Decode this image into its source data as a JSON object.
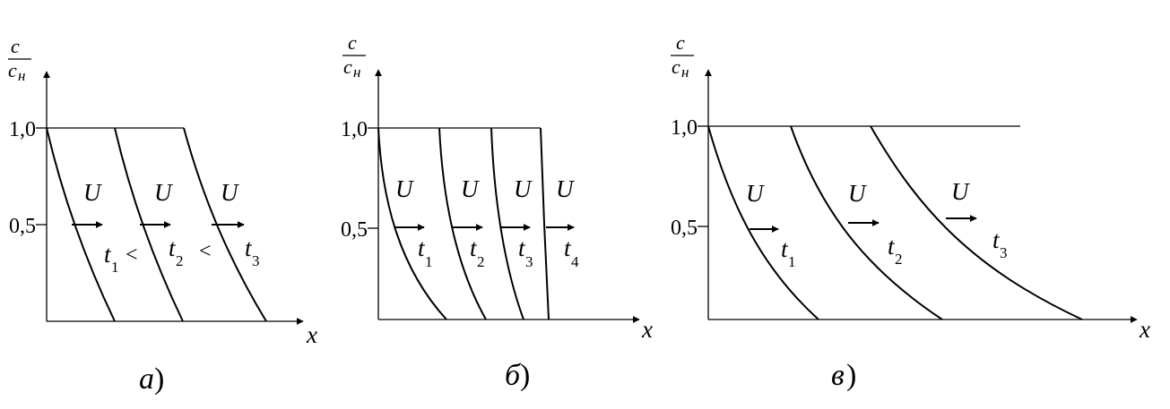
{
  "panels": [
    {
      "id": "a",
      "caption": {
        "letter": "а",
        "paren": ")"
      },
      "y_label": {
        "numerator": "c",
        "denominator": "c",
        "denominator_sub": "н"
      },
      "y_ticks": [
        "1,0",
        "0,5"
      ],
      "x_label": "x",
      "velocity_labels": [
        "U",
        "U",
        "U"
      ],
      "time_labels": [
        {
          "t": "t",
          "sub": "1"
        },
        {
          "t": "t",
          "sub": "2"
        },
        {
          "t": "t",
          "sub": "3"
        }
      ],
      "separators": [
        "<",
        "<"
      ]
    },
    {
      "id": "b",
      "caption": {
        "letter": "б",
        "paren": ")"
      },
      "y_label": {
        "numerator": "c",
        "denominator": "c",
        "denominator_sub": "н"
      },
      "y_ticks": [
        "1,0",
        "0,5"
      ],
      "x_label": "x",
      "velocity_labels": [
        "U",
        "U",
        "U",
        "U"
      ],
      "time_labels": [
        {
          "t": "t",
          "sub": "1"
        },
        {
          "t": "t",
          "sub": "2"
        },
        {
          "t": "t",
          "sub": "3"
        },
        {
          "t": "t",
          "sub": "4"
        }
      ],
      "separators": []
    },
    {
      "id": "c",
      "caption": {
        "letter": "в",
        "paren": ")"
      },
      "y_label": {
        "numerator": "c",
        "denominator": "c",
        "denominator_sub": "н"
      },
      "y_ticks": [
        "1,0",
        "0,5"
      ],
      "x_label": "x",
      "velocity_labels": [
        "U",
        "U",
        "U"
      ],
      "time_labels": [
        {
          "t": "t",
          "sub": "1"
        },
        {
          "t": "t",
          "sub": "2"
        },
        {
          "t": "t",
          "sub": "3"
        }
      ],
      "separators": []
    }
  ]
}
